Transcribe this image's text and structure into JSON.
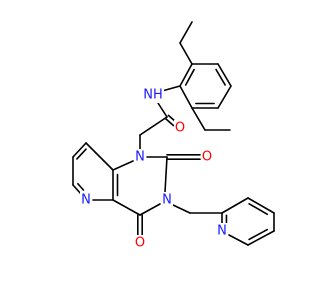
{
  "colors": {
    "carbon_bond": "#000000",
    "nitrogen": "#1a1aff",
    "oxygen": "#ff0000",
    "background": "#ffffff"
  },
  "atoms": {
    "nh_amide": {
      "label": "NH",
      "element": "N"
    },
    "o_amide": {
      "label": "O",
      "element": "O"
    },
    "n1_ring": {
      "label": "N",
      "element": "N"
    },
    "o_c2": {
      "label": "O",
      "element": "O"
    },
    "n3_ring": {
      "label": "N",
      "element": "N"
    },
    "o_c4": {
      "label": "O",
      "element": "O"
    },
    "n_pyridine_fused": {
      "label": "N",
      "element": "N"
    },
    "n_pyridylmethyl": {
      "label": "N",
      "element": "N"
    }
  }
}
